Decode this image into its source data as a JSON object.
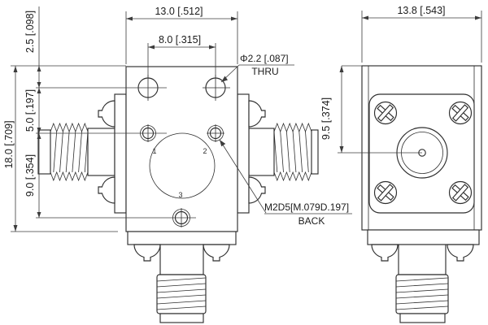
{
  "front_view": {
    "dims": {
      "width": "13.0 [.512]",
      "hole_spacing": "8.0 [.315]",
      "top_hole_offset": "2.5 [.098]",
      "mid_hole_offset": "5.0 [.197]",
      "bottom_hole_offset": "9.0 [.354]",
      "height": "18.0 [.709]"
    },
    "ports": {
      "port1": "1",
      "port2": "2",
      "port3": "3"
    },
    "callouts": {
      "thru_hole": {
        "title": "Φ2.2 [.087]",
        "subtitle": "THRU"
      },
      "tapped_hole": {
        "title": "M2D5[M.079D.197]",
        "subtitle": "BACK"
      }
    }
  },
  "side_view": {
    "dims": {
      "width": "13.8 [.543]",
      "center_offset": "9.5 [.374]"
    }
  },
  "style": {
    "line_color": "#2e2e2e",
    "background": "#ffffff"
  }
}
